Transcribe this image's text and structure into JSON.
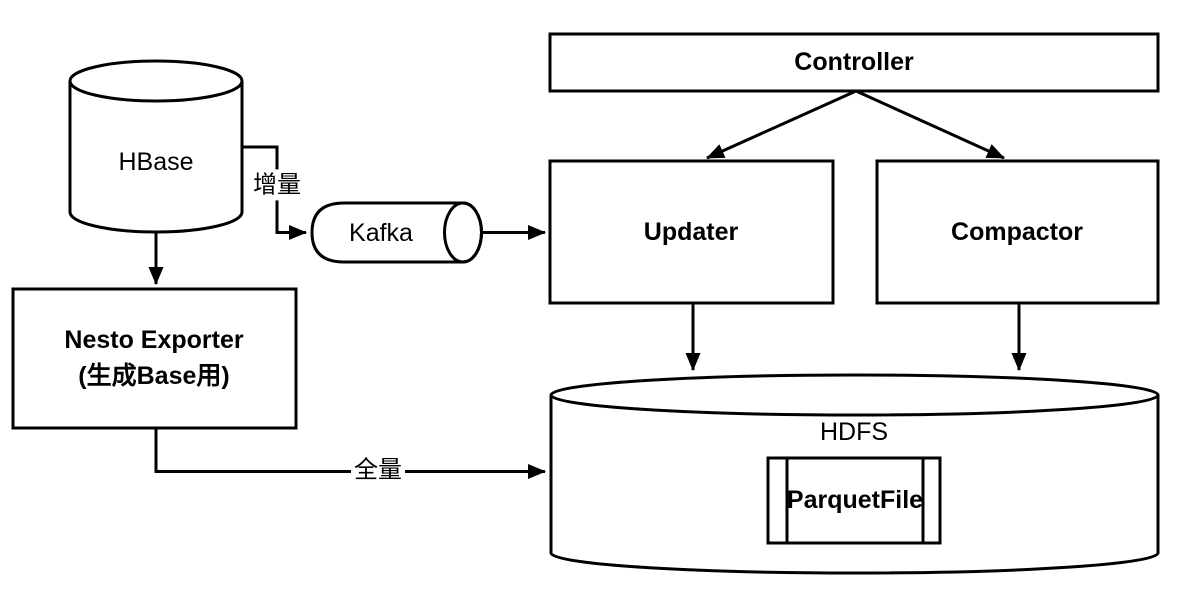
{
  "colors": {
    "background": "#ffffff",
    "stroke": "#000000",
    "text": "#000000"
  },
  "nodes": {
    "hbase": {
      "label": "HBase",
      "shape": "cylinder"
    },
    "kafka": {
      "label": "Kafka",
      "shape": "queue"
    },
    "controller": {
      "label": "Controller",
      "shape": "rectangle"
    },
    "updater": {
      "label": "Updater",
      "shape": "rectangle"
    },
    "compactor": {
      "label": "Compactor",
      "shape": "rectangle"
    },
    "nesto_exporter": {
      "label_line1": "Nesto Exporter",
      "label_line2": "(生成Base用)",
      "shape": "rectangle"
    },
    "hdfs": {
      "label": "HDFS",
      "shape": "cylinder"
    },
    "parquet_file": {
      "label": "ParquetFile",
      "shape": "process"
    }
  },
  "edges": {
    "hbase_to_kafka": {
      "from": "hbase",
      "to": "kafka",
      "label": "增量"
    },
    "kafka_to_updater": {
      "from": "kafka",
      "to": "updater",
      "label": ""
    },
    "hbase_to_nesto_exporter": {
      "from": "hbase",
      "to": "nesto_exporter",
      "label": ""
    },
    "controller_to_updater": {
      "from": "controller",
      "to": "updater",
      "label": ""
    },
    "controller_to_compactor": {
      "from": "controller",
      "to": "compactor",
      "label": ""
    },
    "updater_to_hdfs": {
      "from": "updater",
      "to": "hdfs",
      "label": ""
    },
    "compactor_to_hdfs": {
      "from": "compactor",
      "to": "hdfs",
      "label": ""
    },
    "nesto_exporter_to_hdfs": {
      "from": "nesto_exporter",
      "to": "hdfs",
      "label": "全量"
    }
  }
}
